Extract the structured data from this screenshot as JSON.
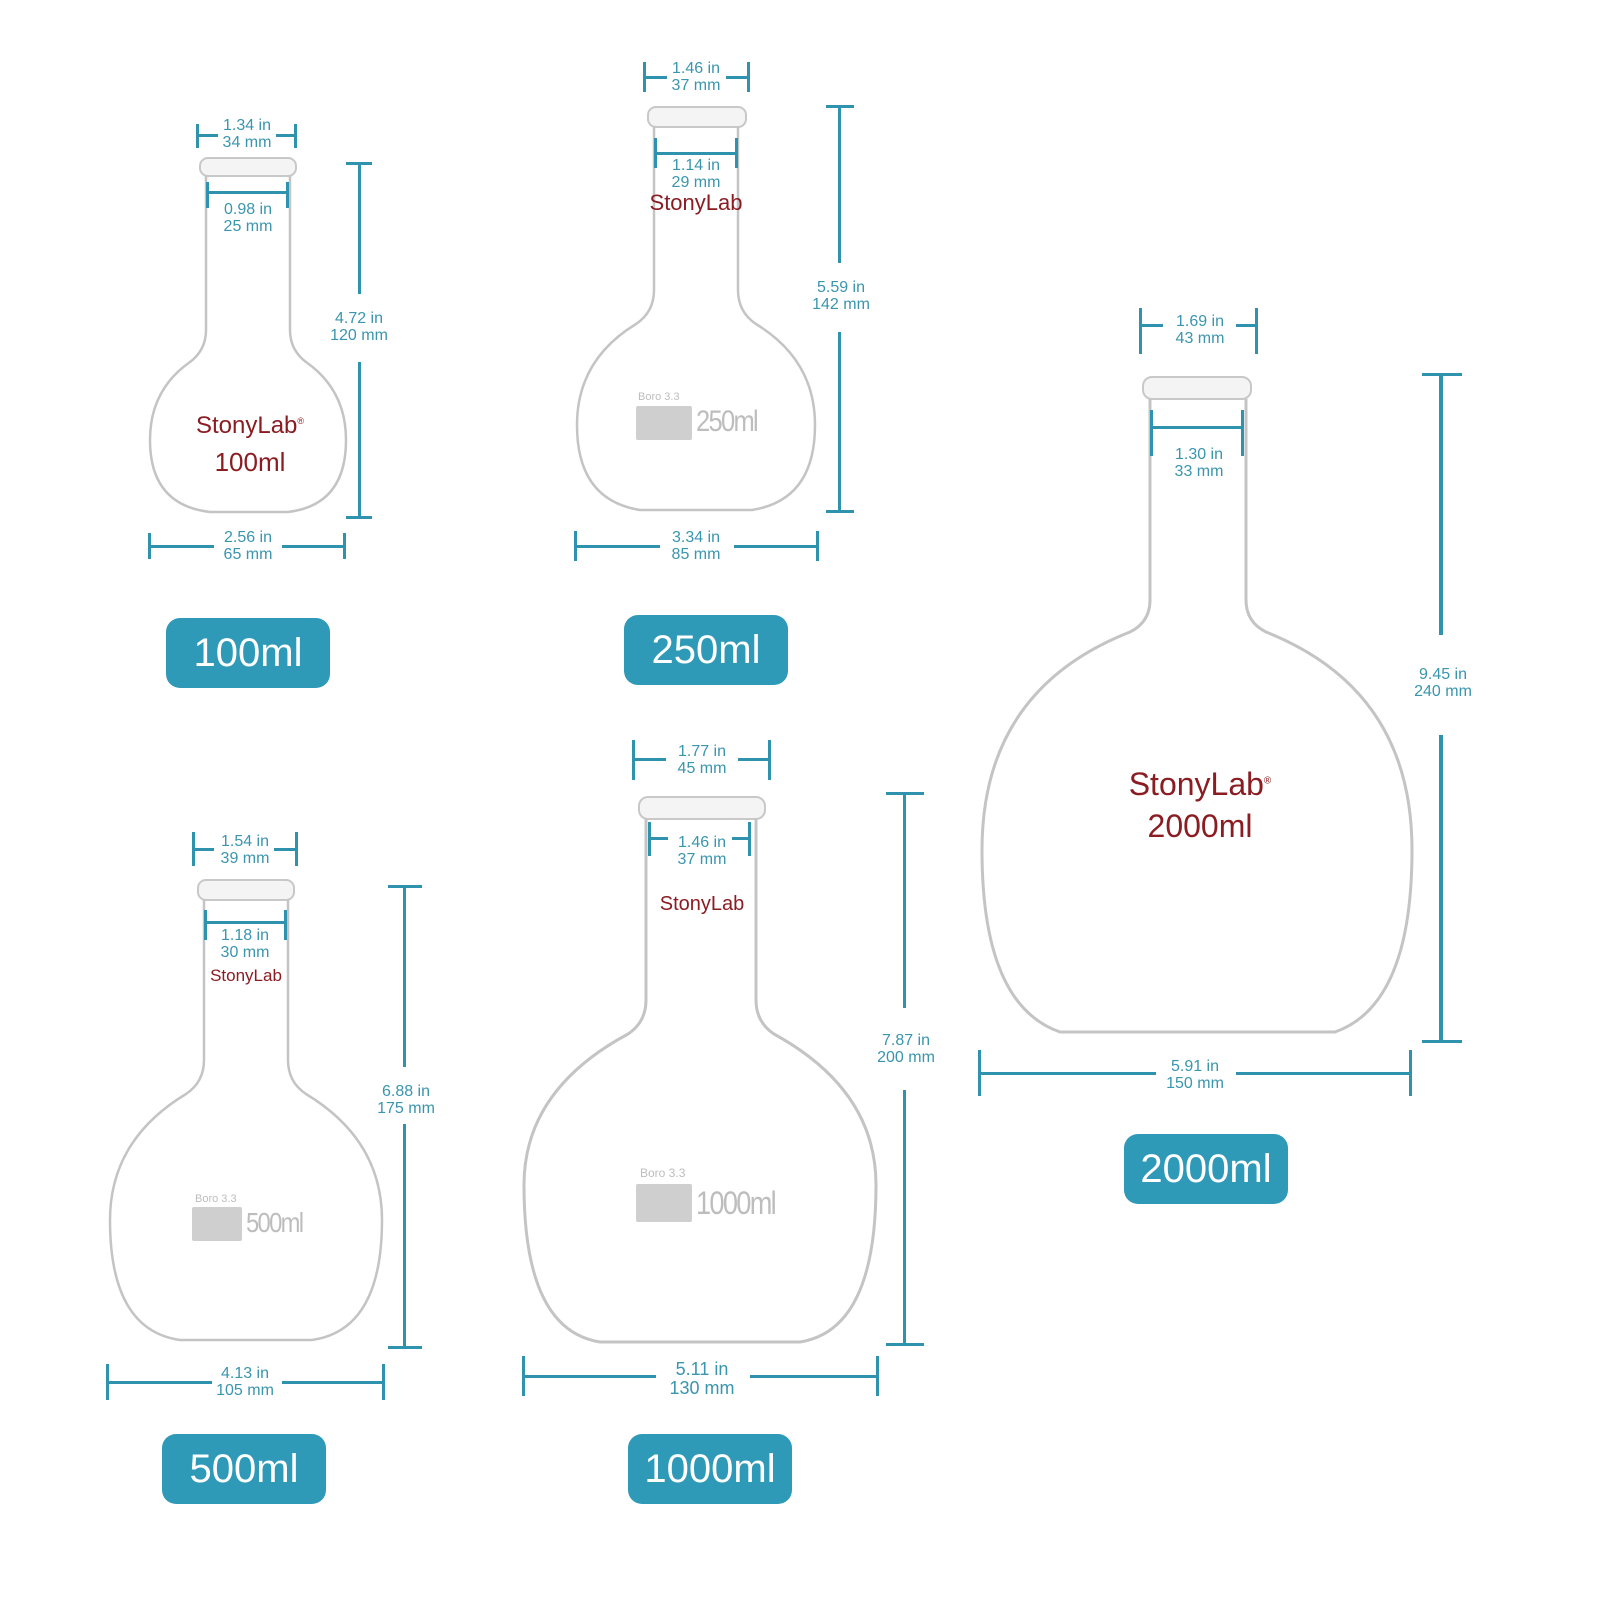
{
  "accent_color": "#2f9ab8",
  "brand_color": "#8a1c22",
  "flasks": [
    {
      "id": "100",
      "badge": "100ml",
      "brand": "StonyLab",
      "registered": "®",
      "volume_mark": "100ml",
      "outer_neck": {
        "in": "1.34 in",
        "mm": "34 mm"
      },
      "inner_neck": {
        "in": "0.98 in",
        "mm": "25 mm"
      },
      "height": {
        "in": "4.72 in",
        "mm": "120 mm"
      },
      "body_width": {
        "in": "2.56 in",
        "mm": "65 mm"
      }
    },
    {
      "id": "250",
      "badge": "250ml",
      "brand": "StonyLab",
      "boro": "Boro 3.3",
      "volume_mark": "250ml",
      "outer_neck": {
        "in": "1.46 in",
        "mm": "37 mm"
      },
      "inner_neck": {
        "in": "1.14 in",
        "mm": "29 mm"
      },
      "height": {
        "in": "5.59 in",
        "mm": "142 mm"
      },
      "body_width": {
        "in": "3.34 in",
        "mm": "85 mm"
      }
    },
    {
      "id": "2000",
      "badge": "2000ml",
      "brand": "StonyLab",
      "registered": "®",
      "volume_mark": "2000ml",
      "outer_neck": {
        "in": "1.69 in",
        "mm": "43 mm"
      },
      "inner_neck": {
        "in": "1.30 in",
        "mm": "33 mm"
      },
      "height": {
        "in": "9.45 in",
        "mm": "240 mm"
      },
      "body_width": {
        "in": "5.91 in",
        "mm": "150 mm"
      }
    },
    {
      "id": "500",
      "badge": "500ml",
      "brand": "StonyLab",
      "boro": "Boro 3.3",
      "volume_mark": "500ml",
      "outer_neck": {
        "in": "1.54 in",
        "mm": "39 mm"
      },
      "inner_neck": {
        "in": "1.18 in",
        "mm": "30 mm"
      },
      "height": {
        "in": "6.88 in",
        "mm": "175 mm"
      },
      "body_width": {
        "in": "4.13 in",
        "mm": "105 mm"
      }
    },
    {
      "id": "1000",
      "badge": "1000ml",
      "brand": "StonyLab",
      "boro": "Boro 3.3",
      "volume_mark": "1000ml",
      "outer_neck": {
        "in": "1.77 in",
        "mm": "45 mm"
      },
      "inner_neck": {
        "in": "1.46 in",
        "mm": "37 mm"
      },
      "height": {
        "in": "7.87 in",
        "mm": "200 mm"
      },
      "body_width": {
        "in": "5.11 in",
        "mm": "130 mm"
      }
    }
  ]
}
